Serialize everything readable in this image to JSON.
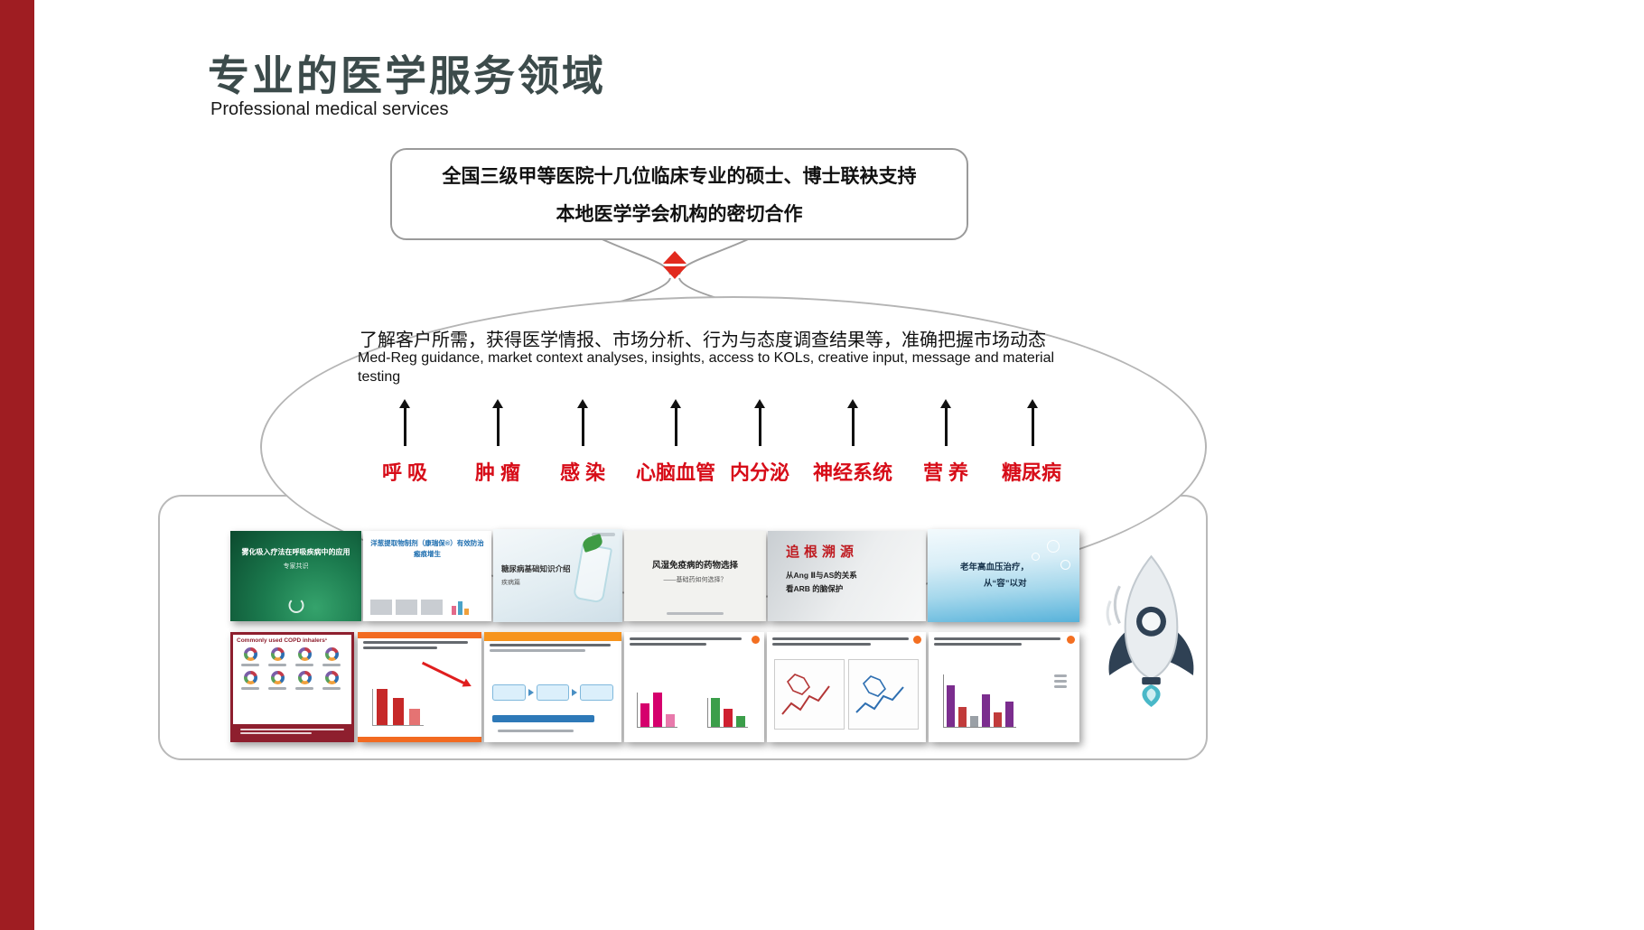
{
  "page": {
    "title_cn": "专业的医学服务领域",
    "title_en": "Professional medical services"
  },
  "bubble": {
    "line1": "全国三级甲等医院十几位临床专业的硕士、博士联袂支持",
    "line2": "本地医学学会机构的密切合作"
  },
  "ellipse": {
    "line_cn": "了解客户所需，获得医学情报、市场分析、行为与态度调查结果等，准确把握市场动态",
    "line_en": "Med-Reg guidance, market context analyses, insights, access to KOLs,  creative input, message and material testing",
    "specialties": [
      "呼 吸",
      "肿 瘤",
      "感 染",
      "心脑血管",
      "内分泌",
      "神经系统",
      "营 养",
      "糖尿病"
    ]
  },
  "gallery": {
    "top_row": [
      {
        "title": "雾化吸入疗法在呼吸疾病中的应用",
        "subtitle": "专家共识"
      },
      {
        "title": "洋葱提取物制剂（康瑞保®）有效防治瘢痕增生",
        "subtitle": ""
      },
      {
        "title": "糖尿病基础知识介绍",
        "subtitle": "疾病篇"
      },
      {
        "title": "风湿免疫病的药物选择",
        "subtitle": "——基础药如何选择？"
      },
      {
        "title": "追根溯源",
        "sub1": "从Ang Ⅱ与AS的关系",
        "sub2": "看ARB 的脑保护"
      },
      {
        "title": "老年高血压治疗，",
        "subtitle": "从“容”以对"
      }
    ],
    "bottom_row": [
      {
        "title": "Commonly used COPD inhalers¹"
      },
      {
        "title": ""
      },
      {
        "title": ""
      },
      {
        "title": ""
      },
      {
        "title": ""
      },
      {
        "title": ""
      }
    ]
  },
  "icons": {
    "diamond_connector": "◆",
    "up_arrow": "↑",
    "rocket": "🚀"
  },
  "colors": {
    "left_bar_red": "#9f1d22",
    "title_dark_teal": "#3c4b4b",
    "specialty_red": "#d70c18",
    "diamond_red": "#e22a1e"
  }
}
